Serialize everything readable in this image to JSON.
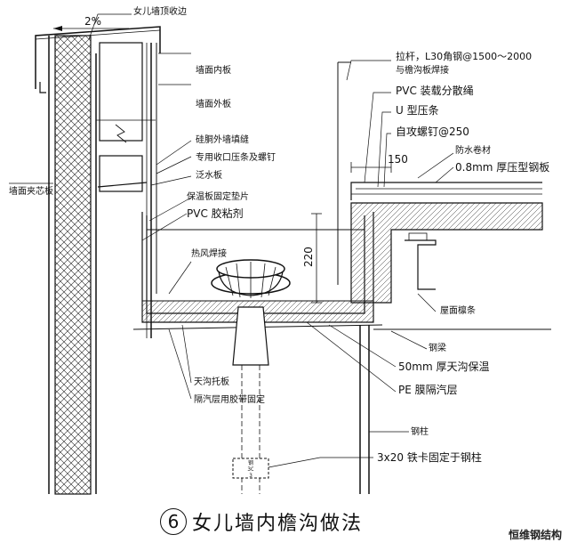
{
  "labels": {
    "parapet_coping": "女儿墙顶收边",
    "slope": "2%",
    "wall_inner_panel": "墙面内板",
    "wall_outer_panel": "墙面外板",
    "outer_sealant": "硅胴外墙填缝",
    "closure_strip": "专用收口压条及螺钉",
    "flashing": "泛水板",
    "sandwich_panel": "墙面夹芯板",
    "insulation_pad": "保温板固定垫片",
    "pvc_adhesive": "PVC 胶粘剂",
    "hot_air_weld": "热风焊接",
    "gutter_support": "天沟托板",
    "vapor_tape": "隔汽层用胶带固定",
    "tie_rod": "拉杆，L30角钢@1500～2000",
    "tie_rod_2": "与檐沟板焊接",
    "pvc_strip": "PVC 装载分散绳",
    "u_clip": "U 型压条",
    "tapping_screw": "自攻螺钉@250",
    "waterproof": "防水卷材",
    "dim_150": "150",
    "deck": "0.8mm 厚压型钢板",
    "purlin": "屋面檩条",
    "steel_beam": "钢梁",
    "gutter_insulation": "50mm 厚天沟保温",
    "pe_vapor": "PE 膜隔汽层",
    "steel_column": "钢柱",
    "clip_fix": "3x20 铁卡固定于钢柱",
    "dim_220": "220",
    "tag_top": "钢",
    "tag_mid": "3C",
    "tag_bot": "3"
  },
  "title": {
    "number": "6",
    "text": "女儿墙内檐沟做法"
  },
  "watermark": "恒维钢结构"
}
